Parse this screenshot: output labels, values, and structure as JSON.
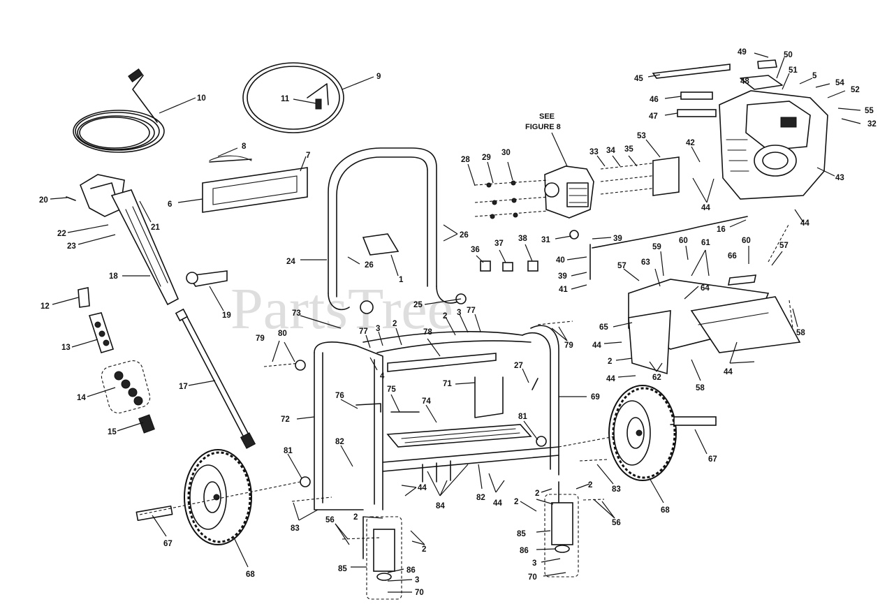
{
  "watermark": "PartsTree",
  "see_note": {
    "line1": "SEE",
    "line2": "FIGURE 8"
  },
  "callouts": [
    {
      "id": "c49",
      "text": "49"
    },
    {
      "id": "c50",
      "text": "50"
    },
    {
      "id": "c51",
      "text": "51"
    },
    {
      "id": "c5",
      "text": "5"
    },
    {
      "id": "c54",
      "text": "54"
    },
    {
      "id": "c52",
      "text": "52"
    },
    {
      "id": "c45",
      "text": "45"
    },
    {
      "id": "c48",
      "text": "48"
    },
    {
      "id": "c46",
      "text": "46"
    },
    {
      "id": "c55",
      "text": "55"
    },
    {
      "id": "c47",
      "text": "47"
    },
    {
      "id": "c32",
      "text": "32"
    },
    {
      "id": "c53",
      "text": "53"
    },
    {
      "id": "c42",
      "text": "42"
    },
    {
      "id": "c43",
      "text": "43"
    },
    {
      "id": "c33",
      "text": "33"
    },
    {
      "id": "c34",
      "text": "34"
    },
    {
      "id": "c35",
      "text": "35"
    },
    {
      "id": "c28",
      "text": "28"
    },
    {
      "id": "c29",
      "text": "29"
    },
    {
      "id": "c30",
      "text": "30"
    },
    {
      "id": "c44a",
      "text": "44"
    },
    {
      "id": "c44b",
      "text": "44"
    },
    {
      "id": "c16",
      "text": "16"
    },
    {
      "id": "c26a",
      "text": "26"
    },
    {
      "id": "c31",
      "text": "31"
    },
    {
      "id": "c39a",
      "text": "39"
    },
    {
      "id": "c9",
      "text": "9"
    },
    {
      "id": "c10",
      "text": "10"
    },
    {
      "id": "c11",
      "text": "11"
    },
    {
      "id": "c8",
      "text": "8"
    },
    {
      "id": "c7",
      "text": "7"
    },
    {
      "id": "c6",
      "text": "6"
    },
    {
      "id": "c20",
      "text": "20"
    },
    {
      "id": "c21",
      "text": "21"
    },
    {
      "id": "c22",
      "text": "22"
    },
    {
      "id": "c23",
      "text": "23"
    },
    {
      "id": "c24",
      "text": "24"
    },
    {
      "id": "c26b",
      "text": "26"
    },
    {
      "id": "c1",
      "text": "1"
    },
    {
      "id": "c18",
      "text": "18"
    },
    {
      "id": "c19",
      "text": "19"
    },
    {
      "id": "c12",
      "text": "12"
    },
    {
      "id": "c13",
      "text": "13"
    },
    {
      "id": "c14",
      "text": "14"
    },
    {
      "id": "c15",
      "text": "15"
    },
    {
      "id": "c17",
      "text": "17"
    },
    {
      "id": "c36",
      "text": "36"
    },
    {
      "id": "c37",
      "text": "37"
    },
    {
      "id": "c38",
      "text": "38"
    },
    {
      "id": "c40",
      "text": "40"
    },
    {
      "id": "c39b",
      "text": "39"
    },
    {
      "id": "c41",
      "text": "41"
    },
    {
      "id": "c59",
      "text": "59"
    },
    {
      "id": "c60a",
      "text": "60"
    },
    {
      "id": "c61",
      "text": "61"
    },
    {
      "id": "c60b",
      "text": "60"
    },
    {
      "id": "c57a",
      "text": "57"
    },
    {
      "id": "c66",
      "text": "66"
    },
    {
      "id": "c57b",
      "text": "57"
    },
    {
      "id": "c63",
      "text": "63"
    },
    {
      "id": "c64",
      "text": "64"
    },
    {
      "id": "c25",
      "text": "25"
    },
    {
      "id": "c2a",
      "text": "2"
    },
    {
      "id": "c3a",
      "text": "3"
    },
    {
      "id": "c77a",
      "text": "77"
    },
    {
      "id": "c73",
      "text": "73"
    },
    {
      "id": "c65",
      "text": "65"
    },
    {
      "id": "c58a",
      "text": "58"
    },
    {
      "id": "c44c",
      "text": "44"
    },
    {
      "id": "c79a",
      "text": "79"
    },
    {
      "id": "c77b",
      "text": "77"
    },
    {
      "id": "c3b",
      "text": "3"
    },
    {
      "id": "c2b",
      "text": "2"
    },
    {
      "id": "c78",
      "text": "78"
    },
    {
      "id": "c79b",
      "text": "79"
    },
    {
      "id": "c80",
      "text": "80"
    },
    {
      "id": "c4",
      "text": "4"
    },
    {
      "id": "c2c",
      "text": "2"
    },
    {
      "id": "c44d",
      "text": "44"
    },
    {
      "id": "c44e",
      "text": "44"
    },
    {
      "id": "c62",
      "text": "62"
    },
    {
      "id": "c58b",
      "text": "58"
    },
    {
      "id": "c27",
      "text": "27"
    },
    {
      "id": "c71",
      "text": "71"
    },
    {
      "id": "c69",
      "text": "69"
    },
    {
      "id": "c76",
      "text": "76"
    },
    {
      "id": "c75",
      "text": "75"
    },
    {
      "id": "c74",
      "text": "74"
    },
    {
      "id": "c72",
      "text": "72"
    },
    {
      "id": "c81a",
      "text": "81"
    },
    {
      "id": "c67a",
      "text": "67"
    },
    {
      "id": "c81b",
      "text": "81"
    },
    {
      "id": "c82a",
      "text": "82"
    },
    {
      "id": "c44f",
      "text": "44"
    },
    {
      "id": "c84",
      "text": "84"
    },
    {
      "id": "c82b",
      "text": "82"
    },
    {
      "id": "c44g",
      "text": "44"
    },
    {
      "id": "c83a",
      "text": "83"
    },
    {
      "id": "c2d",
      "text": "2"
    },
    {
      "id": "c68a",
      "text": "68"
    },
    {
      "id": "c83b",
      "text": "83"
    },
    {
      "id": "c56a",
      "text": "56"
    },
    {
      "id": "c2e",
      "text": "2"
    },
    {
      "id": "c2f",
      "text": "2"
    },
    {
      "id": "c85a",
      "text": "85"
    },
    {
      "id": "c86a",
      "text": "86"
    },
    {
      "id": "c3c",
      "text": "3"
    },
    {
      "id": "c70a",
      "text": "70"
    },
    {
      "id": "c67b",
      "text": "67"
    },
    {
      "id": "c68b",
      "text": "68"
    },
    {
      "id": "c2g",
      "text": "2"
    },
    {
      "id": "c56b",
      "text": "56"
    },
    {
      "id": "c2h",
      "text": "2"
    },
    {
      "id": "c85b",
      "text": "85"
    },
    {
      "id": "c86b",
      "text": "86"
    },
    {
      "id": "c3d",
      "text": "3"
    },
    {
      "id": "c70b",
      "text": "70"
    }
  ]
}
